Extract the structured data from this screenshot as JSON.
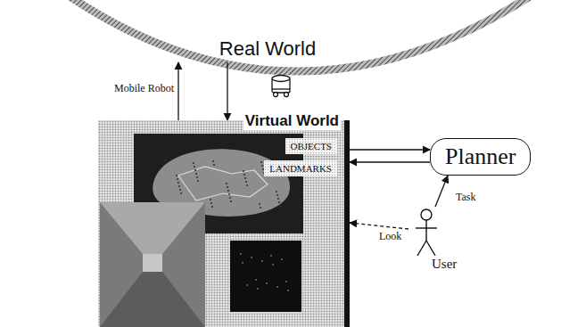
{
  "diagram": {
    "nodes": [
      {
        "text": [
          "Real World"
        ]
      },
      {
        "text": [
          "Virtual World"
        ]
      },
      {
        "text": [
          "OBJECTS"
        ],
        "in": 1
      },
      {
        "text": [
          "LANDMARKS"
        ],
        "in": 1
      },
      {
        "text": [
          "Planner"
        ]
      },
      {
        "text": [
          "User"
        ]
      }
    ],
    "edges": [
      {
        "from": 1,
        "to": 0,
        "arrow": "to"
      },
      {
        "from": 0,
        "to": 1,
        "arrow": "to"
      },
      {
        "from": 1,
        "to": 4,
        "arrow": "to"
      },
      {
        "from": 4,
        "to": 1,
        "arrow": "to"
      },
      {
        "from": 5,
        "to": 4,
        "arrow": "to",
        "label": "Task"
      },
      {
        "from": 5,
        "to": 1,
        "arrow": "to",
        "label": "Look"
      }
    ],
    "labels": [
      "Mobile Robot"
    ]
  }
}
